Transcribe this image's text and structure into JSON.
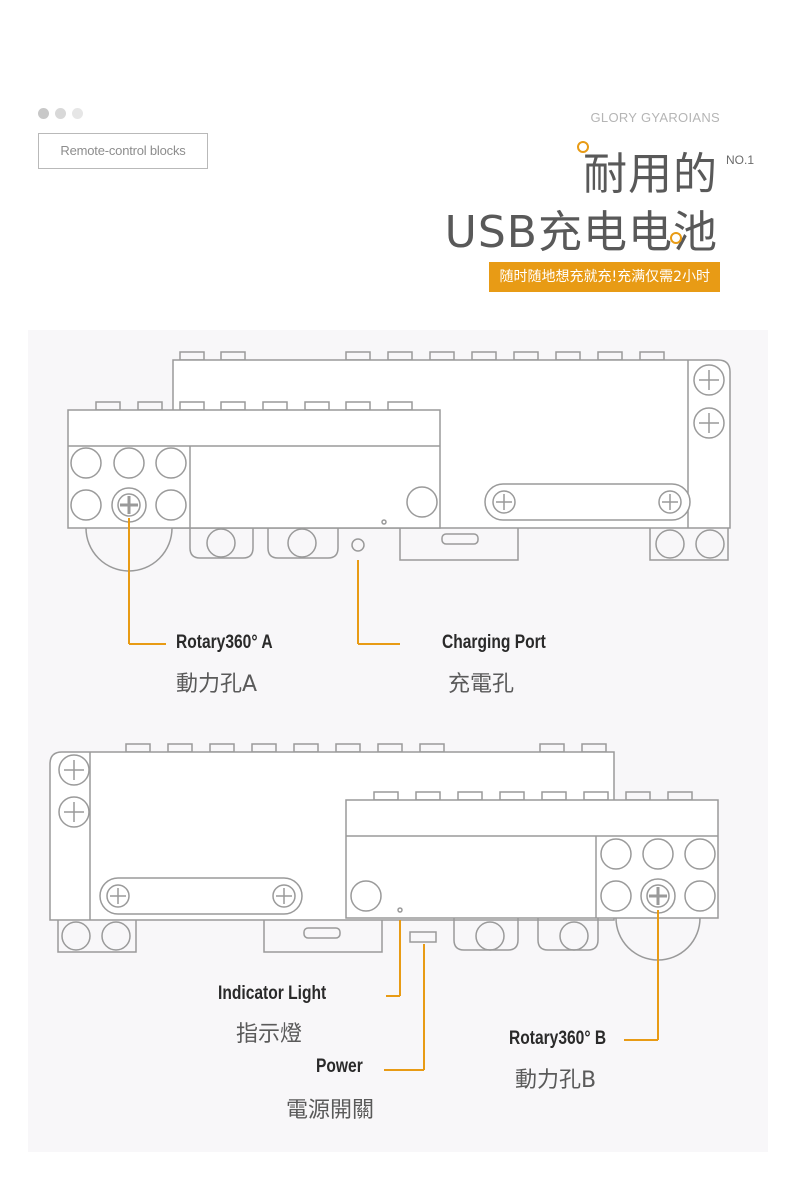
{
  "header": {
    "tag": "Remote-control blocks",
    "brand": "GLORY GYAROIANS",
    "title_line1": "耐用的",
    "title_no": "NO.1",
    "title_line2": "USB充电电池",
    "banner": "随时随地想充就充!充满仅需2小时"
  },
  "accent_color": "#e89b15",
  "top_view": {
    "rotary_a": {
      "en": "Rotary360° A",
      "cn": "動力孔A"
    },
    "charging_port": {
      "en": "Charging Port",
      "cn": "充電孔"
    }
  },
  "bottom_view": {
    "indicator_light": {
      "en": "Indicator Light",
      "cn": "指示燈"
    },
    "power": {
      "en": "Power",
      "cn": "電源開關"
    },
    "rotary_b": {
      "en": "Rotary360° B",
      "cn": "動力孔B"
    }
  }
}
